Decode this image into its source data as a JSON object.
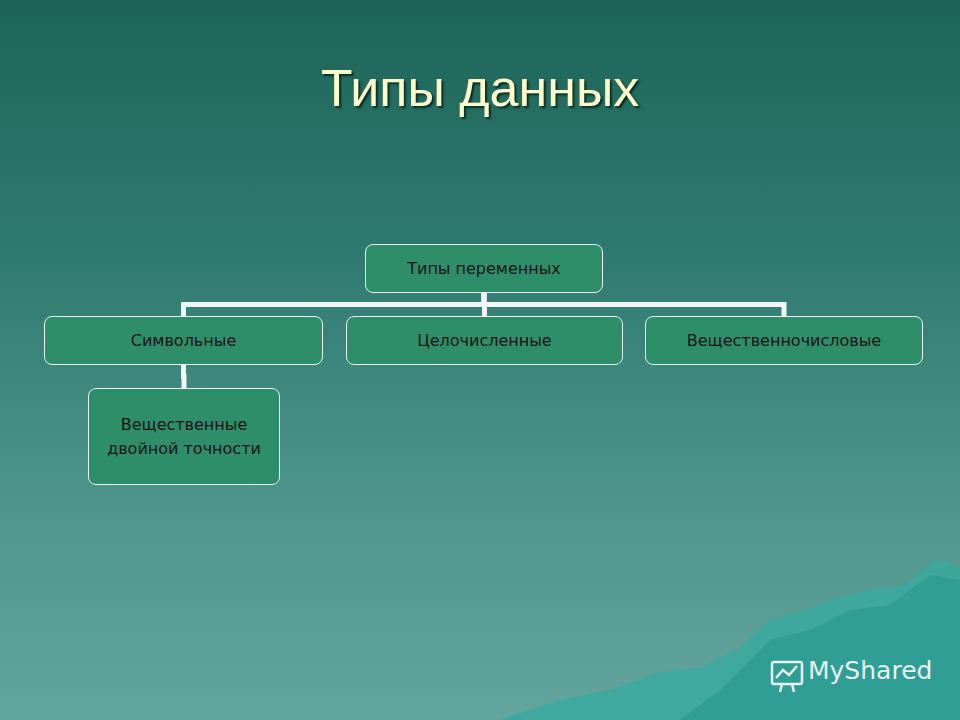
{
  "diagram": {
    "title": "Типы данных",
    "nodes": [
      {
        "text": [
          "Типы переменных"
        ]
      },
      {
        "text": [
          "Символьные"
        ]
      },
      {
        "text": [
          "Целочисленные"
        ]
      },
      {
        "text": [
          "Вещественночисловые"
        ]
      },
      {
        "text": [
          "Вещественные двойной точности"
        ]
      }
    ],
    "edges": [
      {
        "from": 0,
        "to": 1,
        "arrow": "none"
      },
      {
        "from": 0,
        "to": 2,
        "arrow": "none"
      },
      {
        "from": 0,
        "to": 3,
        "arrow": "none"
      },
      {
        "from": 1,
        "to": 4,
        "arrow": "none"
      }
    ],
    "labels": [
      "MyShared"
    ]
  }
}
